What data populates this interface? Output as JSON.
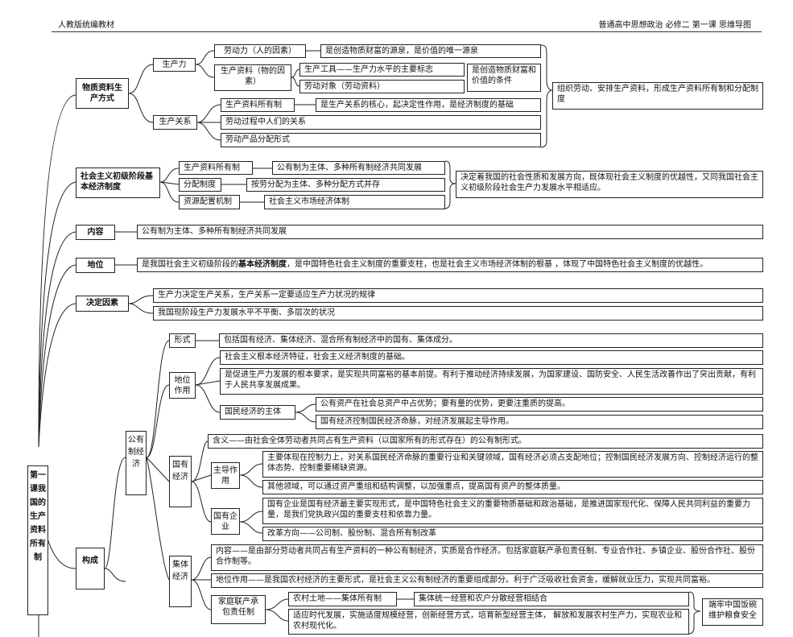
{
  "header": {
    "left": "人教版统编教材",
    "right": "普通高中思想政治  必修二   第一课 思维导图"
  },
  "root": "第一课我国的生产资料所有制",
  "s1": {
    "title": "物质资料生产方式",
    "productivity": "生产力",
    "labor": "劳动力（人的因素）",
    "labor_desc": "是创造物质财富的源泉，是价值的唯一源泉",
    "means": "生产资料（物的因素）",
    "tools": "生产工具——生产力水平的主要标志",
    "object": "劳动对象（劳动资料）",
    "means_desc": "是创造物质财富和价值的条件",
    "relations": "生产关系",
    "ownership": "生产资料所有制",
    "ownership_desc": "是生产关系的核心，起决定性作用，是经济制度的基础",
    "labor_relation": "劳动过程中人们的关系",
    "distribution": "劳动产品分配形式",
    "summary": "组织劳动、安排生产资料，形成生产资料所有制和分配制度"
  },
  "s2": {
    "title": "社会主义初级阶段基本经济制度",
    "a": "生产资料所有制",
    "a_desc": "公有制为主体、多种所有制经济共同发展",
    "b": "分配制度",
    "b_desc": "按劳分配为主体、多种分配方式并存",
    "c": "资源配置机制",
    "c_desc": "社会主义市场经济体制",
    "summary": "决定着我国的社会性质和发展方向，既体现社会主义制度的优越性，又同我国社会主义初级阶段社会生产力发展水平相适应。"
  },
  "content": {
    "title": "内容",
    "text": "公有制为主体、多种所有制经济共同发展"
  },
  "position": {
    "title": "地位",
    "pre": "是我国社会主义初级阶段的",
    "bold": "基本经济制度",
    "post": "，是中国特色社会主义制度的重要支柱，也是社会主义市场经济体制的根基 ，体现了中国特色社会主义制度的优越性。"
  },
  "factors": {
    "title": "决定因素",
    "a": "生产力决定生产关系，生产关系一定要适应生产力状况的规律",
    "b": "我国现阶段生产力发展水平不平衡、多层次的状况"
  },
  "comp": {
    "title": "构成",
    "public": "公有制经济",
    "form": "形式",
    "form_desc": "包括国有经济、集体经济、混合所有制经济中的国有、集体成分。",
    "status": "地位作用",
    "status_a": "社会主义根本经济特征，社会主义经济制度的基础。",
    "status_b": "是促进生产力发展的根本要求，是实现共同富裕的基本前提。有利于推动经济持续发展，为国家建设、国防安全、人民生活改善作出了突出贡献，有利于人民共享发展成果。",
    "main_body": "国民经济的主体",
    "main_a": "公有资产在社会总资产中占优势；要有量的优势，更要注重质的提高。",
    "main_b": "国有经济控制国民经济命脉，对经济发展起主导作用。",
    "state": "国有经济",
    "state_def": "含义——由社会全体劳动者共同占有生产资料（以国家所有的形式存在）的公有制形式。",
    "leading": "主导作用",
    "leading_a": "主要体现在控制力上，对关系国民经济命脉的重要行业和关键领域，国有经济必须占支配地位；控制国民经济发展方向、控制经济运行的整体态势、控制重要稀缺资源。",
    "leading_b": "其他领域，可以通过资产重组和结构调整，以加强重点，提高国有资产的整体质量。",
    "soe": "国有企业",
    "soe_a": "国有企业是国有经济最主要实现形式，是中国特色社会主义的重要物质基础和政治基础，是推进国家现代化、保障人民共同利益的重要力量，是我们党执政兴国的重要支柱和依靠力量。",
    "soe_b": "改革方向——公司制、股份制、混合所有制改革",
    "collective": "集体经济",
    "col_content": "内容——是由部分劳动者共同占有生产资料的一种公有制经济，实质是合作经济。包括家庭联产承包责任制、专业合作社、乡镇企业、股份合作社、股份合作制等。",
    "col_status": "地位作用——是我国农村经济的主要形式，是社会主义公有制经济的重要组成部分。利于广泛吸收社会资金，缓解就业压力，实现共同富裕。",
    "hrs": "家庭联产承包责任制",
    "land": "农村土地——集体所有制",
    "land_desc": "集体统一经营和农户分散经营相结合",
    "hrs_b": "适应时代发展，实施适度规模经营，创新经营方式，培育新型经营主体， 解放和发展农村生产力，实现农业和农村现代化。",
    "grain": "端牢中国饭碗维护粮食安全"
  }
}
